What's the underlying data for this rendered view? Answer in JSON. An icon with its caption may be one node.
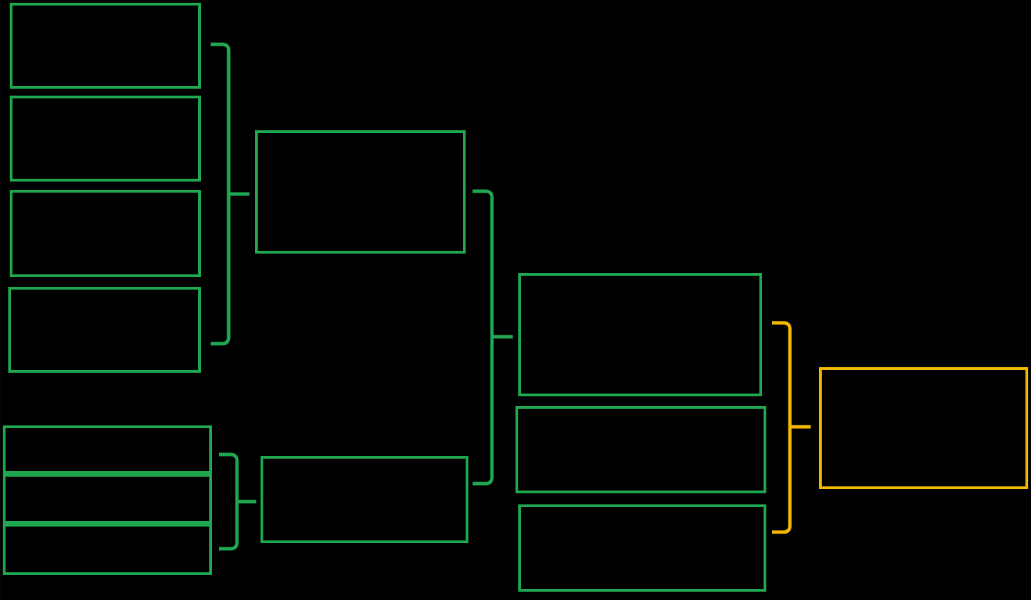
{
  "diagram": {
    "nodes": [
      {
        "text": [],
        "shape": "box"
      },
      {
        "text": [],
        "shape": "box"
      },
      {
        "text": [],
        "shape": "box"
      },
      {
        "text": [],
        "shape": "box"
      },
      {
        "text": [],
        "shape": "box"
      },
      {
        "text": [],
        "shape": "box"
      },
      {
        "text": [],
        "shape": "box"
      },
      {
        "text": [],
        "shape": "box"
      },
      {
        "text": [],
        "shape": "box"
      },
      {
        "text": [],
        "shape": "box"
      },
      {
        "text": [],
        "shape": "box"
      },
      {
        "text": [],
        "shape": "box"
      },
      {
        "text": [],
        "shape": "box"
      }
    ]
  }
}
